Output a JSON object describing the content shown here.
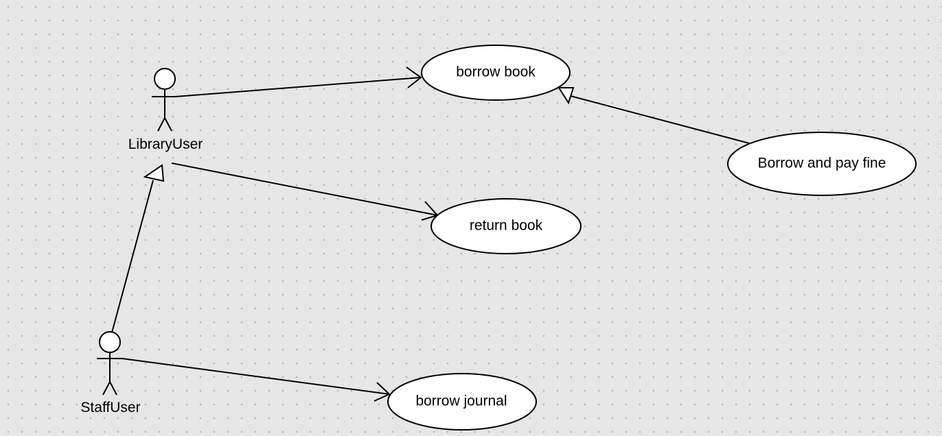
{
  "diagram": {
    "actors": [
      {
        "id": "libraryuser",
        "label": "LibraryUser"
      },
      {
        "id": "staffuser",
        "label": "StaffUser"
      }
    ],
    "use_cases": [
      {
        "id": "borrow-book",
        "label": "borrow book"
      },
      {
        "id": "return-book",
        "label": "return book"
      },
      {
        "id": "borrow-and-pay-fine",
        "label": "Borrow and pay fine"
      },
      {
        "id": "borrow-journal",
        "label": "borrow journal"
      }
    ],
    "relations": [
      {
        "type": "association",
        "from": "libraryuser",
        "to": "borrow-book"
      },
      {
        "type": "association",
        "from": "libraryuser",
        "to": "return-book"
      },
      {
        "type": "association",
        "from": "staffuser",
        "to": "borrow-journal"
      },
      {
        "type": "generalization",
        "from": "staffuser",
        "to": "libraryuser"
      },
      {
        "type": "generalization",
        "from": "borrow-and-pay-fine",
        "to": "borrow-book"
      }
    ],
    "colors": {
      "background": "#e6e6e6",
      "grid_dot": "#b4b4b4",
      "line": "#000000",
      "fill": "#ffffff"
    }
  }
}
